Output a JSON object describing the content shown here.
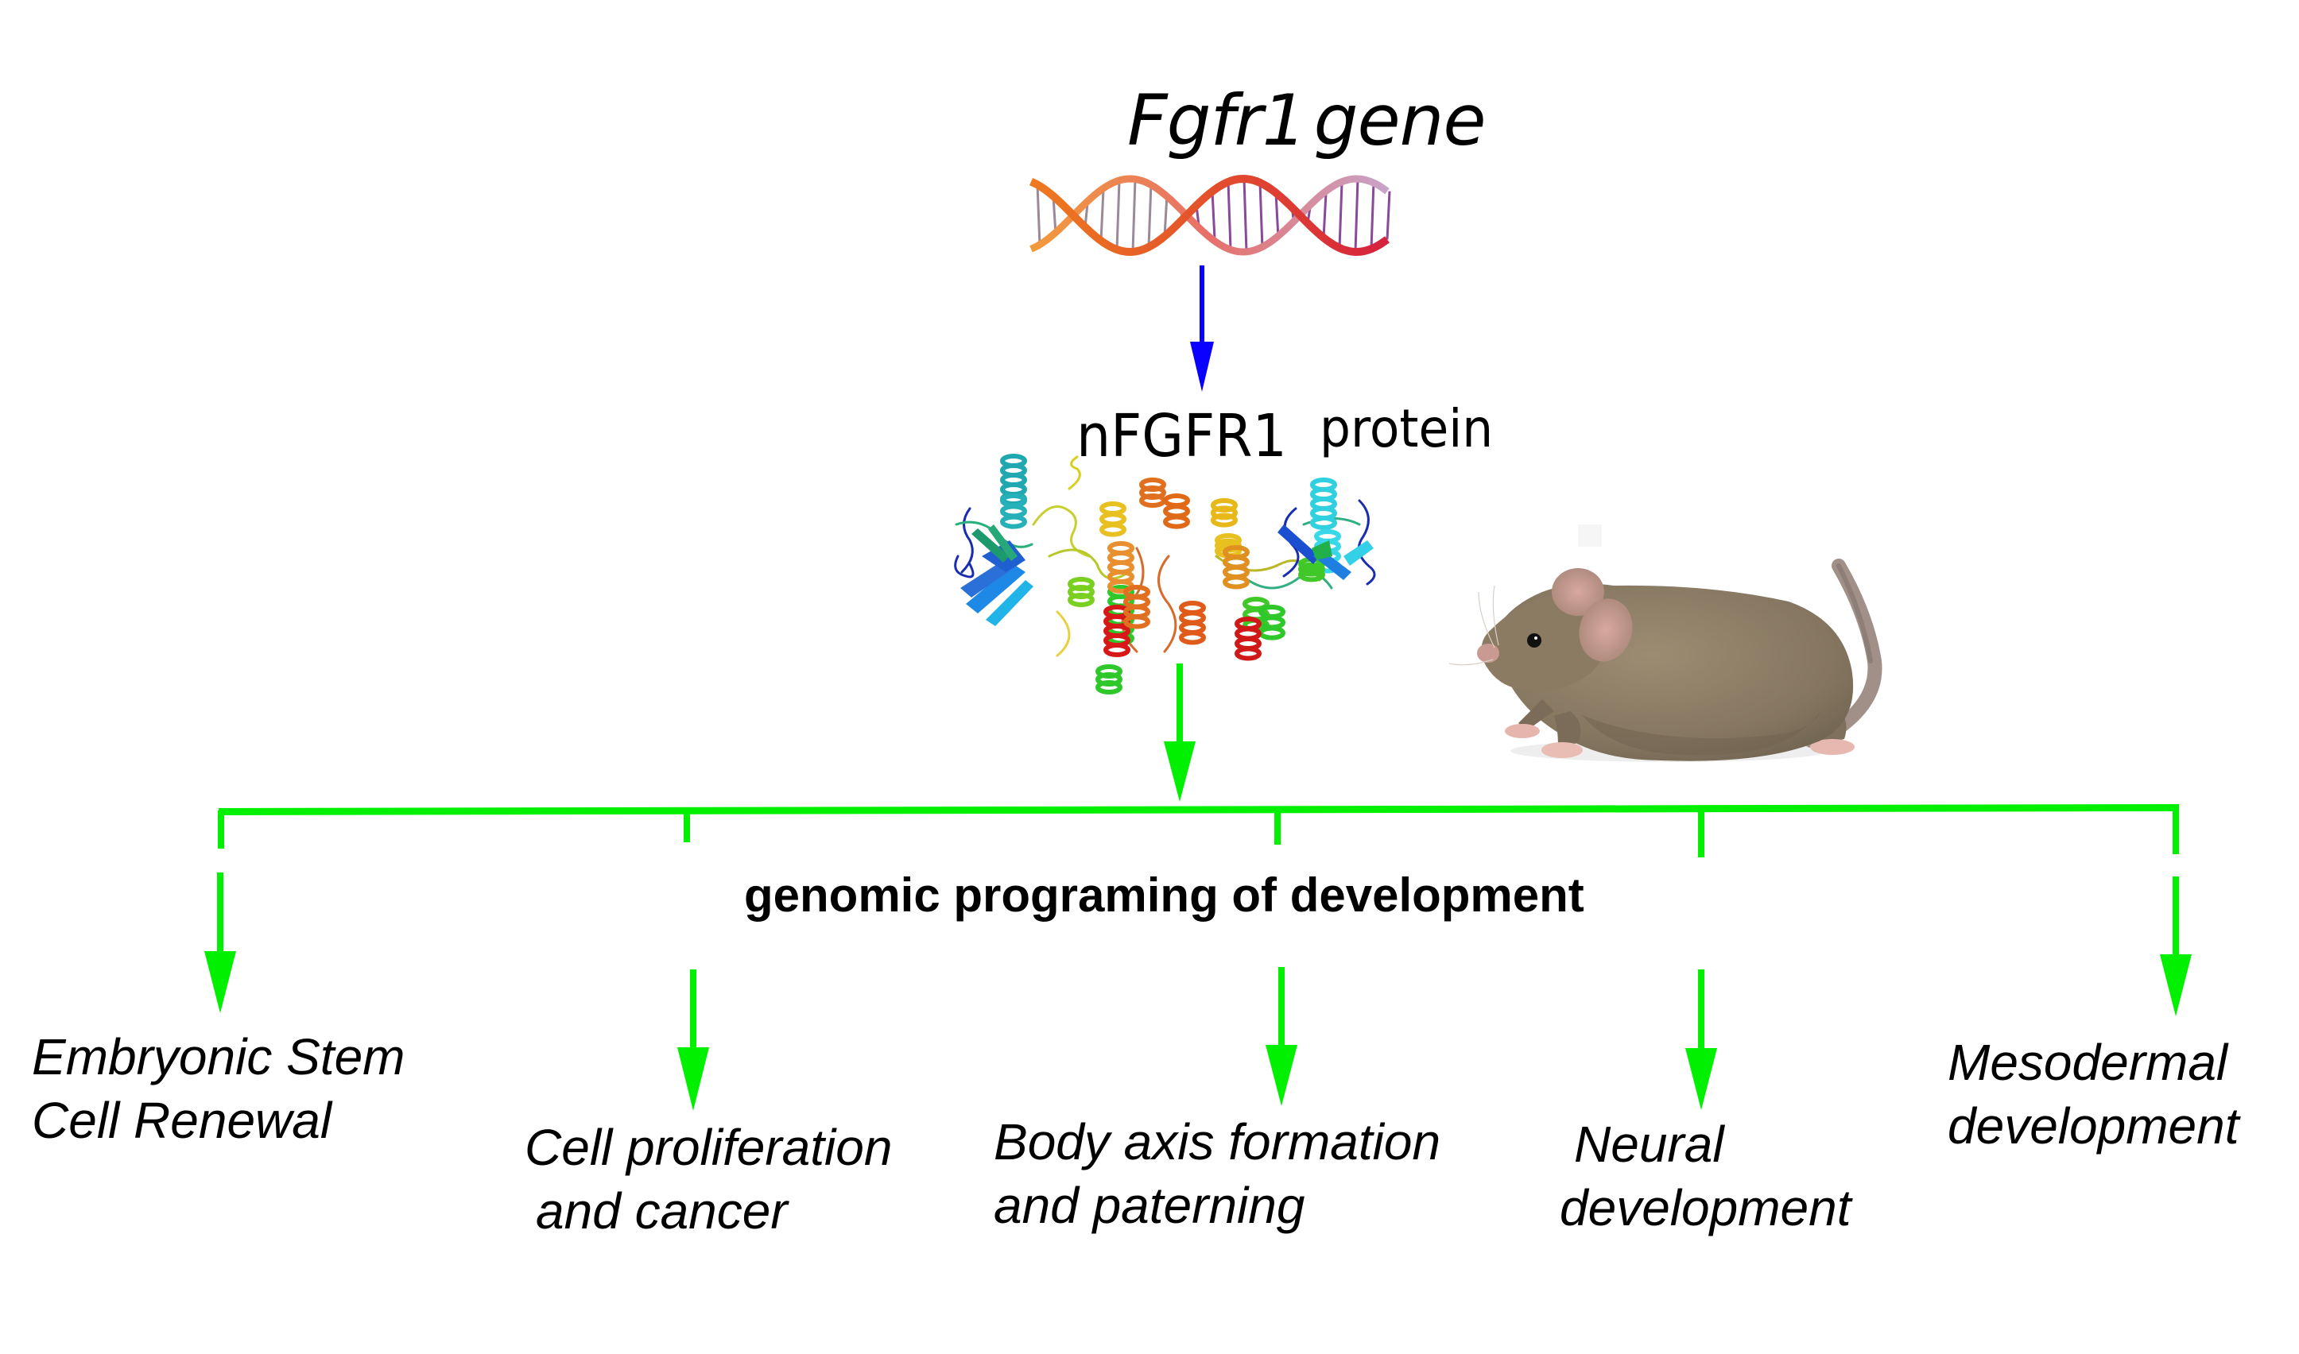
{
  "diagram": {
    "gene": {
      "name": "Fgfr1",
      "suffix": "gene"
    },
    "protein": {
      "name": "nFGFR1",
      "suffix": "protein"
    },
    "process_title": "genomic programing of development",
    "organism_image": "mouse",
    "structure_image": "protein-ribbon-structure",
    "dna_image": "dna-double-helix",
    "outcomes": [
      {
        "line1": "Embryonic Stem",
        "line2": "Cell Renewal"
      },
      {
        "line1": "Cell proliferation",
        "line2": "and cancer"
      },
      {
        "line1": "Body axis formation",
        "line2": "and paterning"
      },
      {
        "line1": "Neural",
        "line2": "development"
      },
      {
        "line1": "Mesodermal",
        "line2": "development"
      }
    ],
    "colors": {
      "transcription_arrow": "#0a00ff",
      "pathway_arrows": "#00f000",
      "text": "#000000",
      "background": "#ffffff"
    }
  }
}
